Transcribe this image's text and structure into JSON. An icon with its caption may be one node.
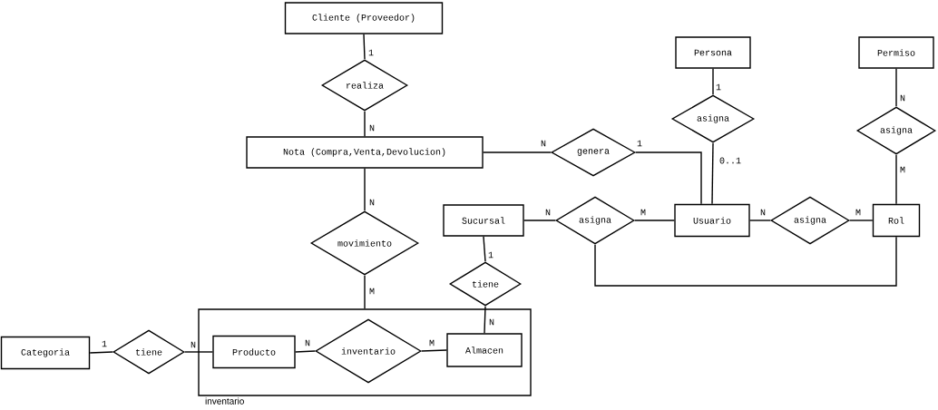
{
  "diagram": {
    "nodes": [
      {
        "text": [
          "Cliente (Proveedor)"
        ]
      },
      {
        "text": [
          "realiza"
        ]
      },
      {
        "text": [
          "Nota (Compra,Venta,Devolucion)"
        ]
      },
      {
        "text": [
          "genera"
        ]
      },
      {
        "text": [
          "Persona"
        ]
      },
      {
        "text": [
          "asigna"
        ]
      },
      {
        "text": [
          "Permiso"
        ]
      },
      {
        "text": [
          "asigna"
        ]
      },
      {
        "text": [
          "movimiento"
        ]
      },
      {
        "text": [
          "Sucursal"
        ]
      },
      {
        "text": [
          "asigna"
        ]
      },
      {
        "text": [
          "Usuario"
        ]
      },
      {
        "text": [
          "asigna"
        ]
      },
      {
        "text": [
          "Rol"
        ]
      },
      {
        "text": [
          "tiene"
        ]
      },
      {
        "text": [
          "inventario"
        ]
      },
      {
        "text": [
          "Categoria"
        ]
      },
      {
        "text": [
          "tiene"
        ]
      },
      {
        "text": [
          "Producto"
        ],
        "in": 15
      },
      {
        "text": [
          "inventario"
        ],
        "in": 15
      },
      {
        "text": [
          "Almacen"
        ],
        "in": 15
      }
    ],
    "edges": [
      {
        "from": 0,
        "to": 1,
        "arrow": "none",
        "label": "1"
      },
      {
        "from": 1,
        "to": 2,
        "arrow": "none",
        "label": "N"
      },
      {
        "from": 2,
        "to": 3,
        "arrow": "none",
        "label": "N"
      },
      {
        "from": 3,
        "to": 11,
        "arrow": "none",
        "label": "1"
      },
      {
        "from": 4,
        "to": 5,
        "arrow": "none",
        "label": "1"
      },
      {
        "from": 5,
        "to": 11,
        "arrow": "none",
        "label": "0..1"
      },
      {
        "from": 6,
        "to": 7,
        "arrow": "none",
        "label": "N"
      },
      {
        "from": 7,
        "to": 13,
        "arrow": "none",
        "label": "M"
      },
      {
        "from": 2,
        "to": 8,
        "arrow": "none",
        "label": "N"
      },
      {
        "from": 8,
        "to": 15,
        "arrow": "none",
        "label": "M"
      },
      {
        "from": 9,
        "to": 10,
        "arrow": "none",
        "label": "N"
      },
      {
        "from": 10,
        "to": 11,
        "arrow": "none",
        "label": "M"
      },
      {
        "from": 11,
        "to": 12,
        "arrow": "none",
        "label": "N"
      },
      {
        "from": 12,
        "to": 13,
        "arrow": "none",
        "label": "M"
      },
      {
        "from": 10,
        "to": 13,
        "arrow": "none"
      },
      {
        "from": 9,
        "to": 14,
        "arrow": "none",
        "label": "1"
      },
      {
        "from": 14,
        "to": 20,
        "arrow": "none",
        "label": "N"
      },
      {
        "from": 16,
        "to": 17,
        "arrow": "none",
        "label": "1"
      },
      {
        "from": 17,
        "to": 18,
        "arrow": "none",
        "label": "N"
      },
      {
        "from": 18,
        "to": 19,
        "arrow": "none",
        "label": "N"
      },
      {
        "from": 19,
        "to": 20,
        "arrow": "none",
        "label": "M"
      }
    ]
  }
}
